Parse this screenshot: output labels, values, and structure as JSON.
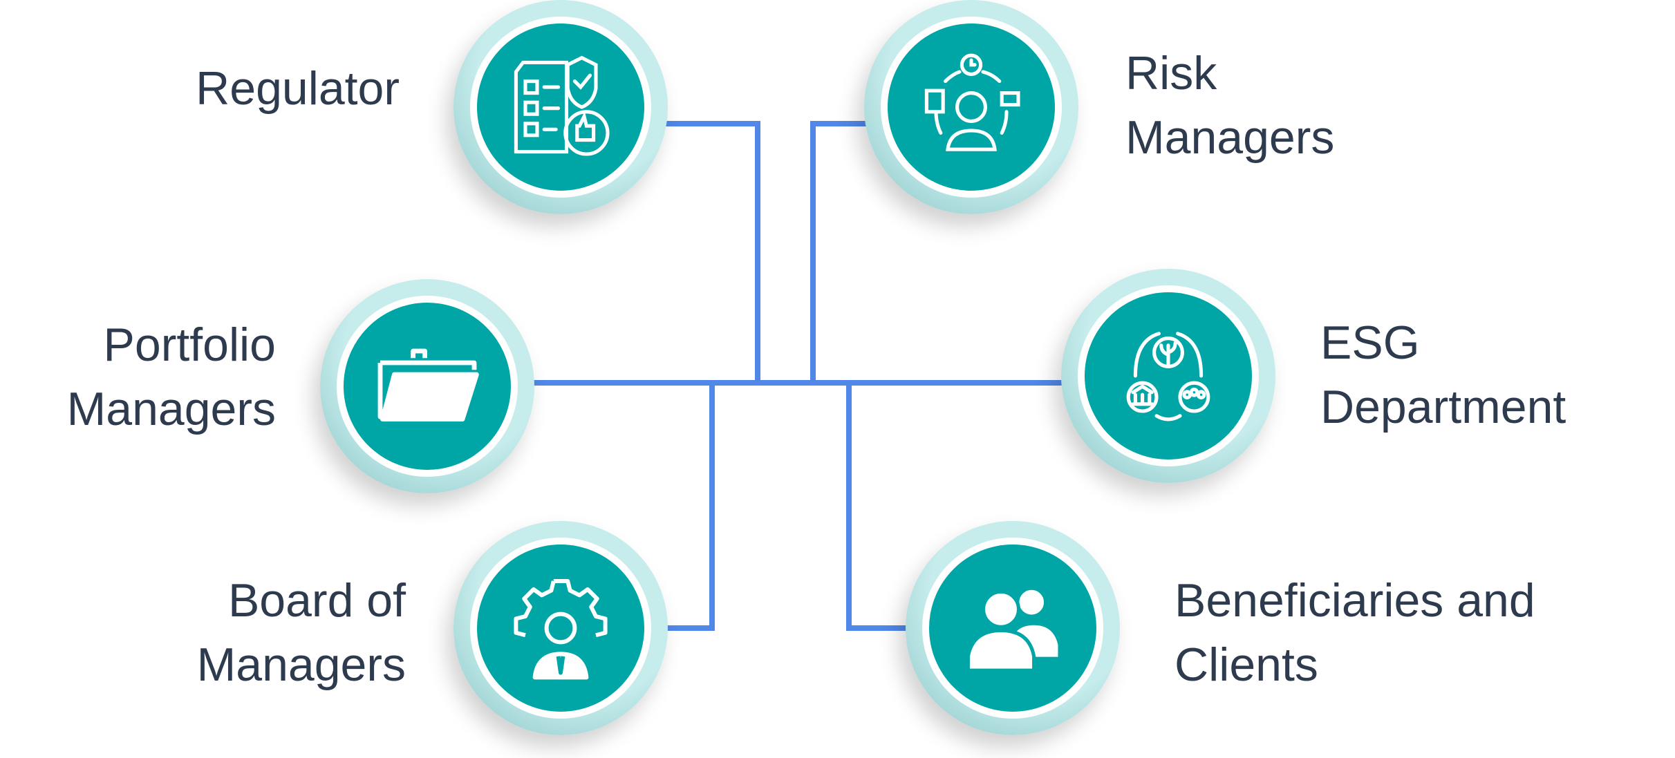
{
  "nodes": {
    "regulator": {
      "label": [
        "Regulator"
      ],
      "icon": "compliance-checklist-icon"
    },
    "risk_managers": {
      "label": [
        "Risk",
        "Managers"
      ],
      "icon": "risk-manager-icon"
    },
    "portfolio_managers": {
      "label": [
        "Portfolio",
        "Managers"
      ],
      "icon": "folder-icon"
    },
    "esg_department": {
      "label": [
        "ESG",
        "Department"
      ],
      "icon": "esg-icon"
    },
    "board_of_managers": {
      "label": [
        "Board of",
        "Managers"
      ],
      "icon": "manager-gear-icon"
    },
    "beneficiaries_clients": {
      "label": [
        "Beneficiaries and",
        "Clients"
      ],
      "icon": "people-icon"
    }
  },
  "colors": {
    "teal": "#00a6a6",
    "connector": "#5087e8",
    "text": "#2e3a4d"
  }
}
